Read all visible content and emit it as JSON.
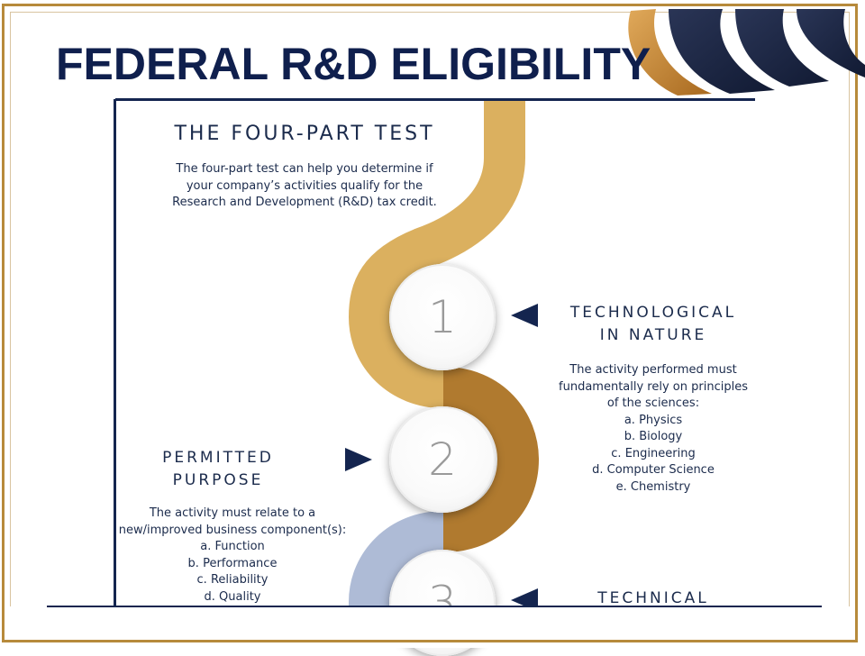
{
  "slide": {
    "title": "FEDERAL R&D ELIGIBILITY"
  },
  "infographic": {
    "heading": "THE FOUR-PART TEST",
    "intro_lines": [
      "The four-part test can help you determine if",
      "your company’s activities qualify for the",
      "Research and Development (R&D) tax credit."
    ],
    "steps": [
      {
        "number": "1",
        "heading_lines": [
          "TECHNOLOGICAL",
          "IN NATURE"
        ],
        "description_lines": [
          "The activity performed must",
          "fundamentally rely on principles",
          "of the sciences:",
          "a. Physics",
          "b. Biology",
          "c. Engineering",
          "d. Computer Science",
          "e. Chemistry"
        ]
      },
      {
        "number": "2",
        "heading_lines": [
          "PERMITTED",
          "PURPOSE"
        ],
        "description_lines": [
          "The activity must relate to a",
          "new/improved business component(s):",
          "a. Function",
          "b. Performance",
          "c. Reliability",
          "d. Quality"
        ]
      },
      {
        "number": "3",
        "heading_lines": [
          "TECHNICAL"
        ]
      }
    ]
  },
  "colors": {
    "title": "#0f1f4d",
    "border_gold": "#b78a3b",
    "snake_gold": "#dbb05f",
    "snake_bronze": "#b07a2f",
    "snake_blue": "#aebbd6",
    "navy": "#14254f"
  }
}
